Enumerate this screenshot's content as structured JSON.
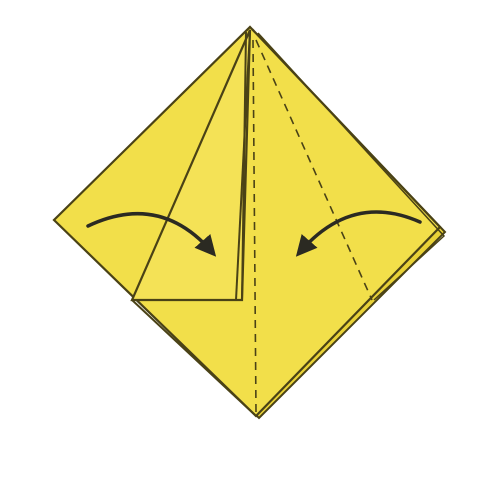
{
  "diagram": {
    "kind": "origami-fold-step",
    "paper_color": "#F2DF4A",
    "paper_shade_color": "#E9D237",
    "edge_color": "#4A4216",
    "background_color": "#FFFFFF",
    "arrow_color": "#2B2A22",
    "arrows": [
      {
        "name": "left-fold-arrow",
        "direction": "right-down"
      },
      {
        "name": "right-fold-arrow",
        "direction": "left-down"
      }
    ],
    "fold_lines": [
      {
        "name": "center-fold-line",
        "style": "dashed"
      },
      {
        "name": "right-diagonal-fold-line",
        "style": "dashed"
      }
    ]
  }
}
